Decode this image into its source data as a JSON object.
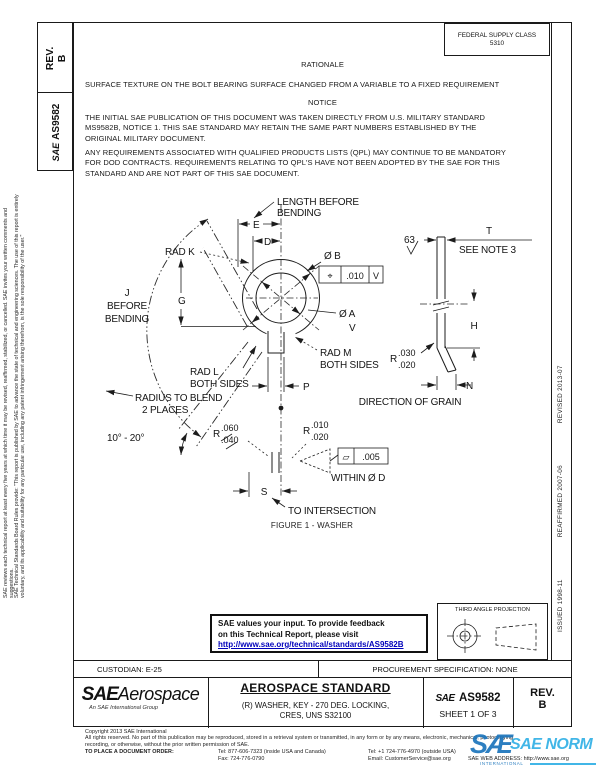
{
  "page": {
    "fsc_line1": "FEDERAL SUPPLY CLASS",
    "fsc_line2": "5310"
  },
  "sidebar": {
    "rev_label": "REV.",
    "rev_value": "B",
    "logo": "SAE",
    "doc_number": "AS9582",
    "disclaimer_line1": "SAE Technical Standards Board Rules provide: \"This report is published by SAE to advance the state of technical and engineering sciences. The use of this report is entirely",
    "disclaimer_line2": "voluntary, and its applicability and suitability for any particular use, including any patent infringement arising therefrom, is the sole responsibility of the user.\"",
    "disclaimer_line3": "SAE reviews each technical report at least every five years at which time it may be revised, reaffirmed, stabilized, or cancelled. SAE invites your written comments and suggestions."
  },
  "revisions": {
    "issued": "ISSUED 1998-11",
    "reaffirmed": "REAFFIRMED 2007-06",
    "revised": "REVISED 2013-07"
  },
  "rationale": {
    "title": "RATIONALE",
    "text": "SURFACE TEXTURE ON THE BOLT BEARING SURFACE CHANGED FROM A VARIABLE TO A FIXED REQUIREMENT"
  },
  "notice": {
    "title": "NOTICE",
    "p1": [
      "THE INITIAL SAE PUBLICATION OF THIS DOCUMENT WAS TAKEN DIRECTLY FROM U.S. MILITARY STANDARD",
      "MS9582B, NOTICE 1. THIS SAE STANDARD MAY RETAIN THE SAME PART NUMBERS ESTABLISHED BY THE",
      "ORIGINAL MILITARY DOCUMENT."
    ],
    "p2": [
      "ANY REQUIREMENTS ASSOCIATED WITH QUALIFIED PRODUCTS LISTS (QPL) MAY CONTINUE TO BE MANDATORY",
      "FOR DOD CONTRACTS. REQUIREMENTS RELATING TO QPL'S HAVE NOT BEEN ADOPTED BY THE SAE FOR THIS",
      "STANDARD AND ARE NOT PART OF THIS SAE DOCUMENT."
    ]
  },
  "figure": {
    "caption": "FIGURE 1 - WASHER",
    "labels": {
      "length_before_1": "LENGTH BEFORE",
      "length_before_2": "BENDING",
      "dim_e": "E",
      "dim_d": "D",
      "dim_g": "G",
      "rad_k": "RAD K",
      "j1": "J",
      "j2": "BEFORE",
      "j3": "BENDING",
      "rad_l_1": "RAD L",
      "rad_l_2": "BOTH SIDES",
      "blend_1": "RADIUS TO BLEND",
      "blend_2": "2 PLACES",
      "dia_b": "Ø B",
      "fcf_b_sym": "⌖",
      "fcf_b_tol": ".010",
      "fcf_b_datum": "V",
      "dia_a": "Ø A",
      "datum_v": "V",
      "rad_m_1": "RAD M",
      "rad_m_2": "BOTH SIDES",
      "r_m": "R",
      "r_m_top": ".030",
      "r_m_bot": ".020",
      "finish": "63",
      "dim_t": "T",
      "see_note": "SEE NOTE 3",
      "dim_h": "H",
      "dim_n": "N",
      "dim_p": "P",
      "grain": "DIRECTION OF GRAIN",
      "r_bend": "R",
      "r_bend_top": ".060",
      "r_bend_bot": ".040",
      "r_tip": "R",
      "r_tip_top": ".010",
      "r_tip_bot": ".020",
      "angle": "10° - 20°",
      "fcf_flat_sym": "▱",
      "fcf_flat_tol": ".005",
      "within": "WITHIN Ø D",
      "dim_s": "S",
      "to_intersection": "TO INTERSECTION"
    }
  },
  "feedback": {
    "line1": "SAE values your input. To provide feedback",
    "line2": "on this Technical Report, please visit",
    "url": "http://www.sae.org/technical/standards/AS9582B"
  },
  "projection": {
    "title": "THIRD ANGLE PROJECTION"
  },
  "info_row": {
    "custodian": "CUSTODIAN: E-25",
    "procurement": "PROCUREMENT SPECIFICATION: NONE"
  },
  "title_block": {
    "org_bold": "SAE",
    "org_italic": "Aerospace",
    "org_sub": "An SAE International Group",
    "doc_type": "AEROSPACE STANDARD",
    "subtitle1": "(R) WASHER, KEY - 270 DEG. LOCKING,",
    "subtitle2": "CRES, UNS S32100",
    "number_logo": "SAE",
    "number": "AS9582",
    "sheet": "SHEET 1 OF 3",
    "rev_label": "REV.",
    "rev_value": "B"
  },
  "footer": {
    "copyright": "Copyright 2013 SAE International",
    "rights1": "All rights reserved. No part of this publication may be reproduced, stored in a retrieval system or transmitted, in any form or by any means, electronic, mechanical, photocopying,",
    "rights2": "recording, or otherwise, without the prior written permission of SAE.",
    "order_label": "TO PLACE A DOCUMENT ORDER:",
    "tel1": "Tel: 877-606-7323 (inside USA and Canada)",
    "tel2": "Tel: +1 724-776-4970 (outside USA)",
    "fax": "Fax: 724-776-0790",
    "email": "Email: CustomerService@sae.org",
    "web": "SAE WEB ADDRESS: http://www.sae.org"
  },
  "watermark": {
    "logo": "SÆ",
    "text": "SAE NORM",
    "sub": "INTERNATIONAL"
  }
}
